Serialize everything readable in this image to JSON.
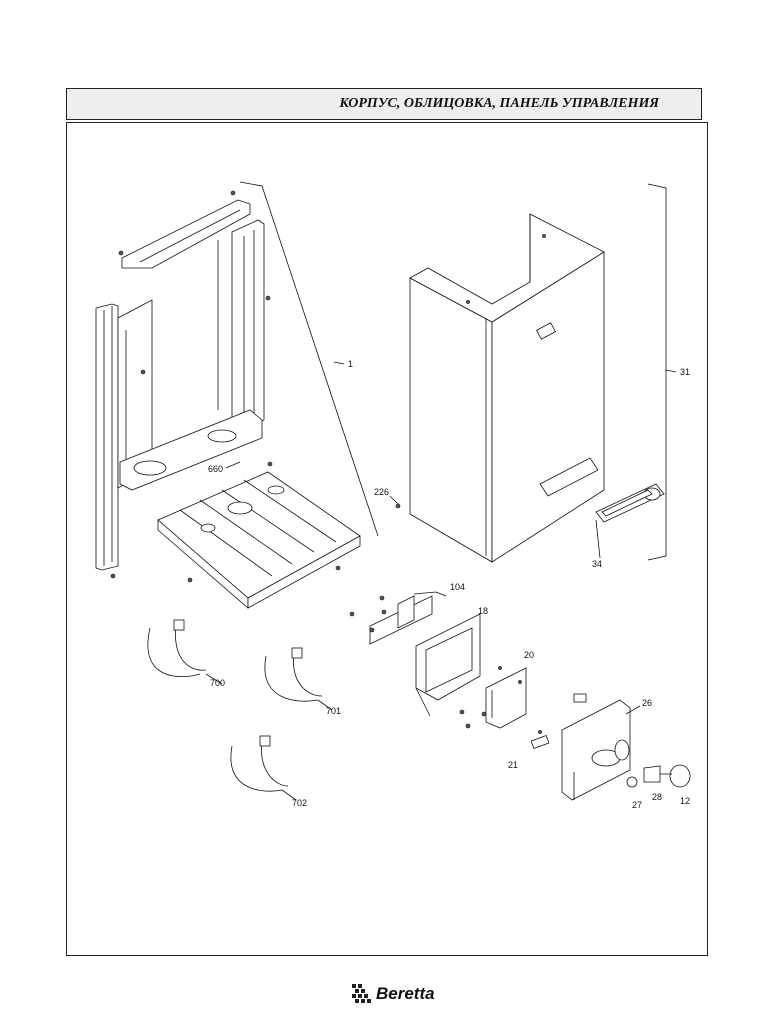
{
  "header": {
    "title": "КОРПУС, ОБЛИЦОВКА, ПАНЕЛЬ УПРАВЛЕНИЯ"
  },
  "labels": {
    "frame": "1",
    "casing": "31",
    "part_660": "660",
    "part_226": "226",
    "part_34": "34",
    "part_104": "104",
    "part_18": "18",
    "part_20": "20",
    "part_21": "21",
    "part_26": "26",
    "part_28": "28",
    "part_27": "27",
    "part_12": "12",
    "cable_700": "700",
    "cable_701": "701",
    "cable_702": "702"
  },
  "brand": {
    "name": "Beretta"
  }
}
